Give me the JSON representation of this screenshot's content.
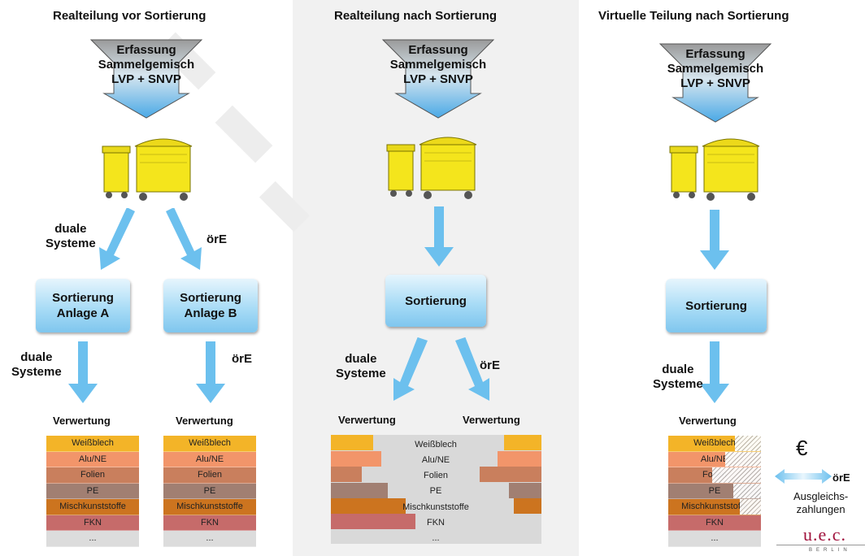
{
  "panels": [
    {
      "title": "Realteilung vor Sortierung",
      "intake": [
        "Erfassung",
        "Sammelgemisch",
        "LVP + SNVP"
      ],
      "split_left": [
        "duale",
        "Systeme"
      ],
      "split_right": "örE",
      "sort_a": [
        "Sortierung",
        "Anlage A"
      ],
      "sort_b": [
        "Sortierung",
        "Anlage B"
      ],
      "after_left": [
        "duale",
        "Systeme"
      ],
      "after_right": "örE",
      "verwertung": "Verwertung"
    },
    {
      "title": "Realteilung nach Sortierung",
      "intake": [
        "Erfassung",
        "Sammelgemisch",
        "LVP + SNVP"
      ],
      "sort": "Sortierung",
      "after_left": [
        "duale",
        "Systeme"
      ],
      "after_right": "örE",
      "verwertung": "Verwertung"
    },
    {
      "title": "Virtuelle Teilung nach Sortierung",
      "intake": [
        "Erfassung",
        "Sammelgemisch",
        "LVP + SNVP"
      ],
      "sort": "Sortierung",
      "after_left": [
        "duale",
        "Systeme"
      ],
      "verwertung": "Verwertung",
      "euro": "€",
      "ore": "örE",
      "ausgleich": [
        "Ausgleichs-",
        "zahlungen"
      ]
    }
  ],
  "materials": [
    "Weißblech",
    "Alu/NE",
    "Folien",
    "PE",
    "Mischkunststoffe",
    "FKN",
    "..."
  ],
  "logo": {
    "text": "u.e.c.",
    "sub": "BERLIN"
  },
  "colors": {
    "arrow": "#6cc0ee",
    "bin_yellow": "#f4e51c",
    "intake_top": "#9a9a9a",
    "intake_bottom": "#4aa9e6"
  },
  "icons": [
    "intake-funnel-arrow-icon",
    "waste-bins-icon",
    "flow-arrow-icon",
    "double-arrow-icon"
  ]
}
